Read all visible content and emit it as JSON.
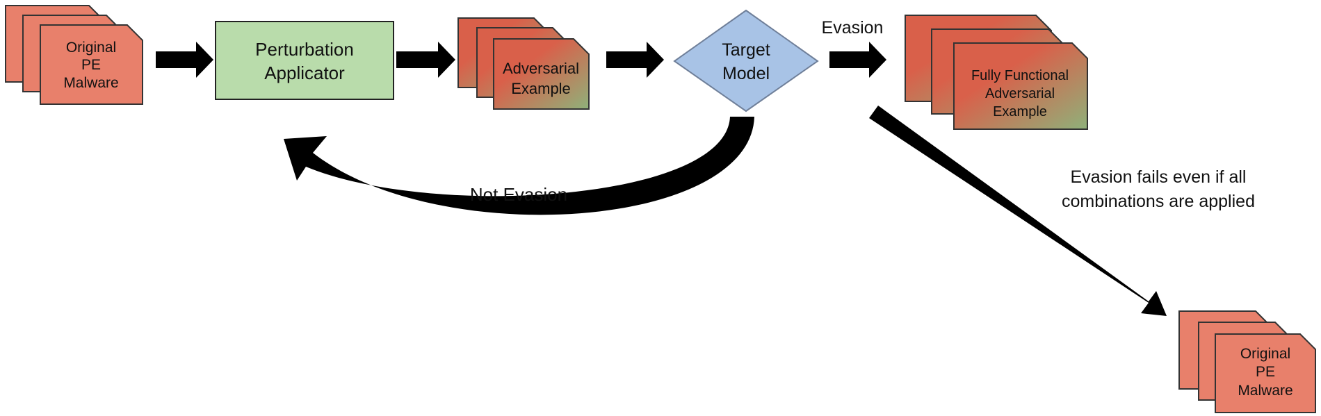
{
  "colors": {
    "malware_fill": "#e8806b",
    "malware_stroke": "#333333",
    "applicator_fill": "#b9dcab",
    "target_fill": "#a8c3e6",
    "target_stroke": "#6f7f99",
    "adv_red": "#d9604a",
    "adv_green": "#8fb17a",
    "arrow": "#000000"
  },
  "nodes": {
    "original_malware": {
      "line1": "Original",
      "line2": "PE",
      "line3": "Malware"
    },
    "perturbation_applicator": {
      "line1": "Perturbation",
      "line2": "Applicator"
    },
    "adversarial_example": {
      "line1": "Adversarial",
      "line2": "Example"
    },
    "target_model": {
      "line1": "Target",
      "line2": "Model"
    },
    "fully_functional": {
      "line1": "Fully Functional",
      "line2": "Adversarial",
      "line3": "Example"
    },
    "original_malware_fail": {
      "line1": "Original",
      "line2": "PE",
      "line3": "Malware"
    }
  },
  "edges": {
    "evasion_label": "Evasion",
    "not_evasion_label": "Not Evasion",
    "fail_label_line1": "Evasion fails even if all",
    "fail_label_line2": "combinations are applied"
  }
}
